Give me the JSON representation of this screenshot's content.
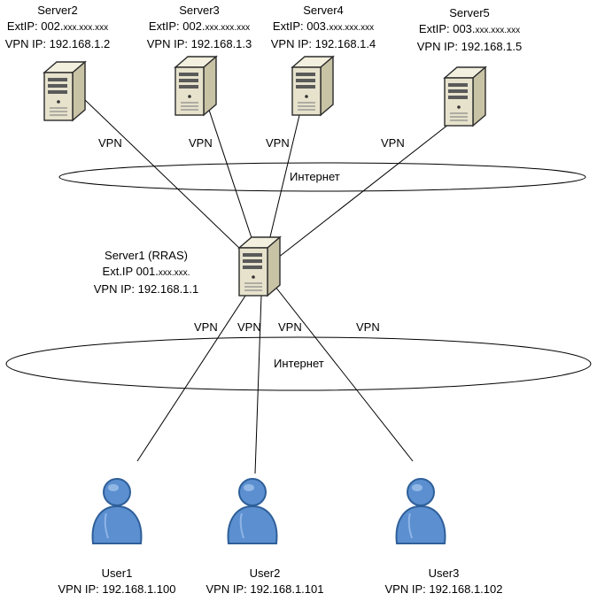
{
  "colors": {
    "server_body": "#e6e2cc",
    "server_shade": "#c9c3a6",
    "server_outline": "#2b2b2b",
    "user_fill": "#5b8fd0",
    "user_dark": "#2e5f99",
    "line": "#000000"
  },
  "icons": {
    "server": "server-tower-icon",
    "user": "user-person-icon"
  },
  "servers": [
    {
      "id": "server2",
      "name": "Server2",
      "ext_prefix": "ExtIP: 002.",
      "ext_mask": "xxx.xxx.xxx",
      "vpn_ip": "VPN IP: 192.168.1.2"
    },
    {
      "id": "server3",
      "name": "Server3",
      "ext_prefix": "ExtIP: 002.",
      "ext_mask": "xxx.xxx.xxx",
      "vpn_ip": "VPN IP: 192.168.1.3"
    },
    {
      "id": "server4",
      "name": "Server4",
      "ext_prefix": "ExtIP: 003.",
      "ext_mask": "xxx.xxx.xxx",
      "vpn_ip": "VPN IP: 192.168.1.4"
    },
    {
      "id": "server5",
      "name": "Server5",
      "ext_prefix": "ExtIP: 003.",
      "ext_mask": "xxx.xxx.xxx",
      "vpn_ip": "VPN IP: 192.168.1.5"
    }
  ],
  "central": {
    "name": "Server1 (RRAS)",
    "ext_prefix": "Ext.IP 001.",
    "ext_mask": "xxx.xxx.",
    "vpn_ip": "VPN IP: 192.168.1.1"
  },
  "users": [
    {
      "name": "User1",
      "vpn_ip": "VPN IP: 192.168.1.100"
    },
    {
      "name": "User2",
      "vpn_ip": "VPN IP: 192.168.1.101"
    },
    {
      "name": "User3",
      "vpn_ip": "VPN IP: 192.168.1.102"
    }
  ],
  "internet_top": "Интернет",
  "internet_bottom": "Интернет",
  "vpn_labels_top": [
    "VPN",
    "VPN",
    "VPN",
    "VPN"
  ],
  "vpn_labels_bottom": [
    "VPN",
    "VPN",
    "VPN",
    "VPN"
  ]
}
